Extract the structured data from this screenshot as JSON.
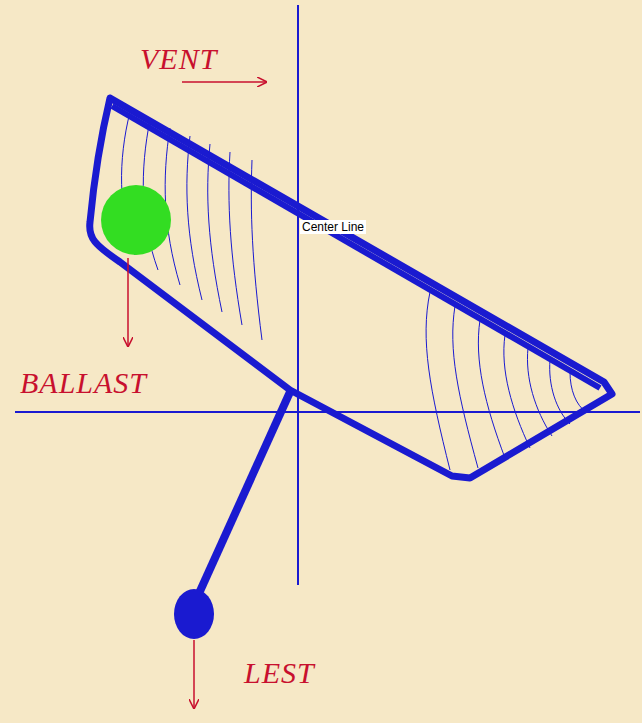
{
  "diagram": {
    "labels": [
      "VENT",
      "Center Line",
      "BALLAST",
      "LEST"
    ]
  }
}
